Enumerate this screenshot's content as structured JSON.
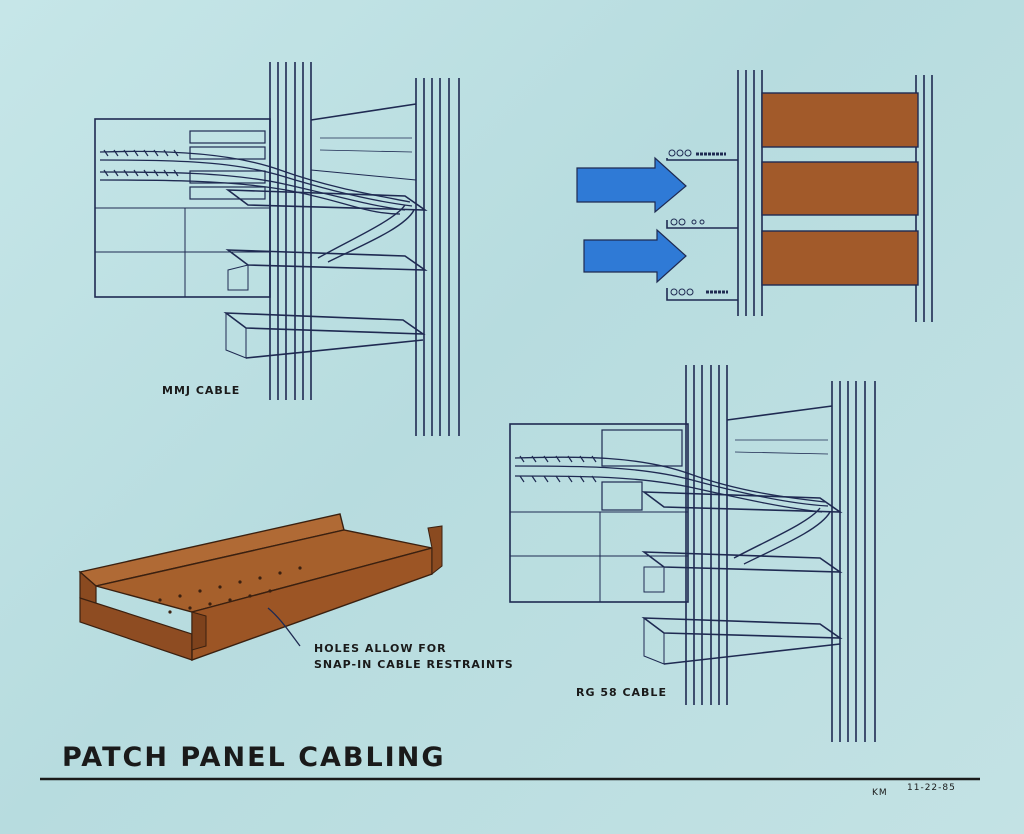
{
  "title": "PATCH PANEL CABLING",
  "labels": {
    "mmj_cable": "MMJ CABLE",
    "rg58_cable": "RG 58 CABLE",
    "holes_line1": "HOLES ALLOW FOR",
    "holes_line2": "SNAP-IN CABLE RESTRAINTS"
  },
  "signature": {
    "initials": "KM",
    "date": "11-22-85"
  },
  "colors": {
    "paper": "#c0e2e4",
    "ink": "#1f2a52",
    "airflow_arrow": "#2f7ad6",
    "module_brown": "#a25a2a",
    "tray_brown": "#9c5525"
  },
  "icons": [
    "airflow-arrow-icon"
  ]
}
